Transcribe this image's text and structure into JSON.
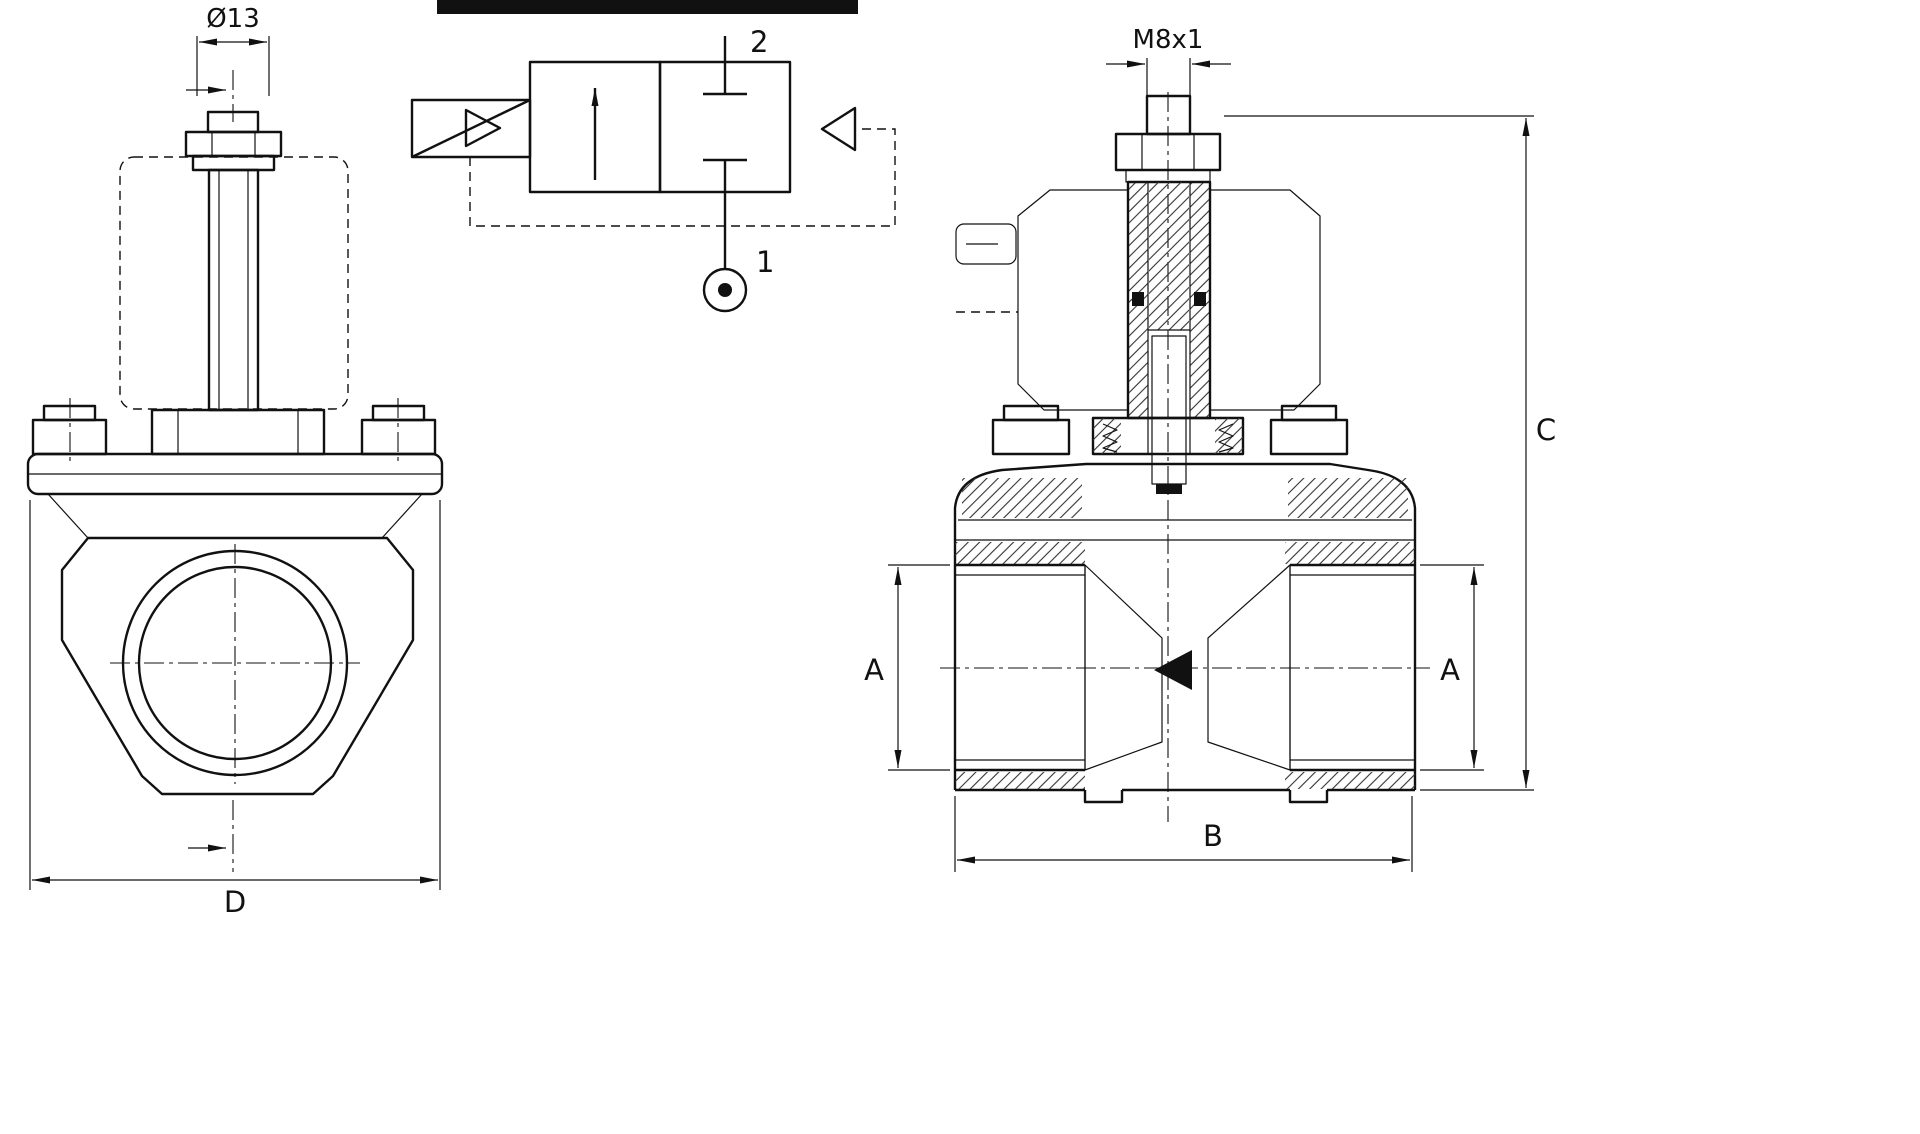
{
  "drawing": {
    "kind": "solenoid valve technical drawing",
    "colors": {
      "line": "#111111",
      "background": "#ffffff"
    },
    "front_view": {
      "label_stem_diameter": "Ø13",
      "label_width": "D"
    },
    "symbol": {
      "label_port_top": "2",
      "label_port_bottom": "1"
    },
    "section_view": {
      "label_thread": "M8x1",
      "label_port_left": "A",
      "label_port_right": "A",
      "label_width": "B",
      "label_height": "C"
    }
  }
}
